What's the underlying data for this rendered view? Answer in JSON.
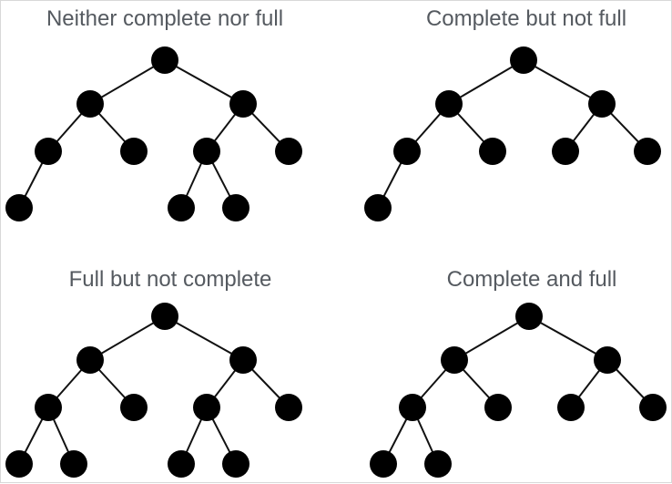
{
  "trees": [
    {
      "title": "Neither complete nor full",
      "nodes": [
        "root",
        "L",
        "R",
        "LL",
        "LR",
        "RL",
        "RR",
        "LLL",
        "RLL",
        "RLR"
      ],
      "edges": [
        [
          "root",
          "L"
        ],
        [
          "root",
          "R"
        ],
        [
          "L",
          "LL"
        ],
        [
          "L",
          "LR"
        ],
        [
          "R",
          "RL"
        ],
        [
          "R",
          "RR"
        ],
        [
          "LL",
          "LLL"
        ],
        [
          "RL",
          "RLL"
        ],
        [
          "RL",
          "RLR"
        ]
      ]
    },
    {
      "title": "Complete but not full",
      "nodes": [
        "root",
        "L",
        "R",
        "LL",
        "LR",
        "RL",
        "RR",
        "LLL"
      ],
      "edges": [
        [
          "root",
          "L"
        ],
        [
          "root",
          "R"
        ],
        [
          "L",
          "LL"
        ],
        [
          "L",
          "LR"
        ],
        [
          "R",
          "RL"
        ],
        [
          "R",
          "RR"
        ],
        [
          "LL",
          "LLL"
        ]
      ]
    },
    {
      "title": "Full but not complete",
      "nodes": [
        "root",
        "L",
        "R",
        "LL",
        "LR",
        "RL",
        "RR",
        "LLL",
        "LLR",
        "RLL",
        "RLR"
      ],
      "edges": [
        [
          "root",
          "L"
        ],
        [
          "root",
          "R"
        ],
        [
          "L",
          "LL"
        ],
        [
          "L",
          "LR"
        ],
        [
          "R",
          "RL"
        ],
        [
          "R",
          "RR"
        ],
        [
          "LL",
          "LLL"
        ],
        [
          "LL",
          "LLR"
        ],
        [
          "RL",
          "RLL"
        ],
        [
          "RL",
          "RLR"
        ]
      ]
    },
    {
      "title": "Complete and full",
      "nodes": [
        "root",
        "L",
        "R",
        "LL",
        "LR",
        "RL",
        "RR",
        "LLL",
        "LLR"
      ],
      "edges": [
        [
          "root",
          "L"
        ],
        [
          "root",
          "R"
        ],
        [
          "L",
          "LL"
        ],
        [
          "L",
          "LR"
        ],
        [
          "R",
          "RL"
        ],
        [
          "R",
          "RR"
        ],
        [
          "LL",
          "LLL"
        ],
        [
          "LL",
          "LLR"
        ]
      ]
    }
  ],
  "colors": {
    "node": "#000000",
    "edge": "#111111",
    "title": "#555a60"
  }
}
